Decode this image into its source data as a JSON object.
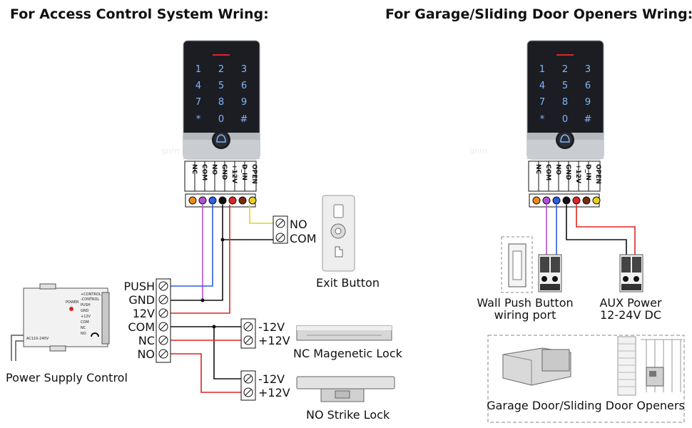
{
  "titles": {
    "left": "For Access Control System Wring:",
    "right": "For Garage/Sliding Door Openers Wring:"
  },
  "keypad": {
    "keys": [
      "1",
      "2",
      "3",
      "4",
      "5",
      "6",
      "7",
      "8",
      "9",
      "*",
      "0",
      "#"
    ],
    "watermark": "gnrn"
  },
  "terminal_pins": [
    "NC",
    "COM",
    "NO",
    "GND",
    "+12V",
    "D_IN",
    "OPEN"
  ],
  "exit_button": {
    "label": "Exit Button",
    "terminals": [
      "NO",
      "COM"
    ]
  },
  "power_supply": {
    "label": "Power Supply Control",
    "terminals": [
      "PUSH",
      "GND",
      "12V",
      "COM",
      "NC",
      "NO"
    ],
    "panel_labels": [
      "+CONTROL",
      "-CONTROL",
      "PUSH",
      "GND",
      "+12V",
      "COM",
      "NC",
      "NO"
    ],
    "voltage_text": "AC110-240V",
    "power_text": "POWER"
  },
  "nc_lock": {
    "label": "NC Magenetic Lock",
    "terminals": [
      "-12V",
      "+12V"
    ]
  },
  "no_lock": {
    "label": "NO Strike Lock",
    "terminals": [
      "-12V",
      "+12V"
    ]
  },
  "wall_push": {
    "label_line1": "Wall Push Button",
    "label_line2": "wiring port"
  },
  "aux_power": {
    "label_line1": "AUX Power",
    "label_line2": "12-24V DC"
  },
  "garage": {
    "label": "Garage Door/Sliding Door Openers"
  },
  "colors": {
    "purple": "#b44fd6",
    "blue": "#2c5fe0",
    "red": "#e02424",
    "yellow": "#e6d21b",
    "black": "#111111",
    "orange": "#f08a1c",
    "brown": "#7b2a12"
  }
}
